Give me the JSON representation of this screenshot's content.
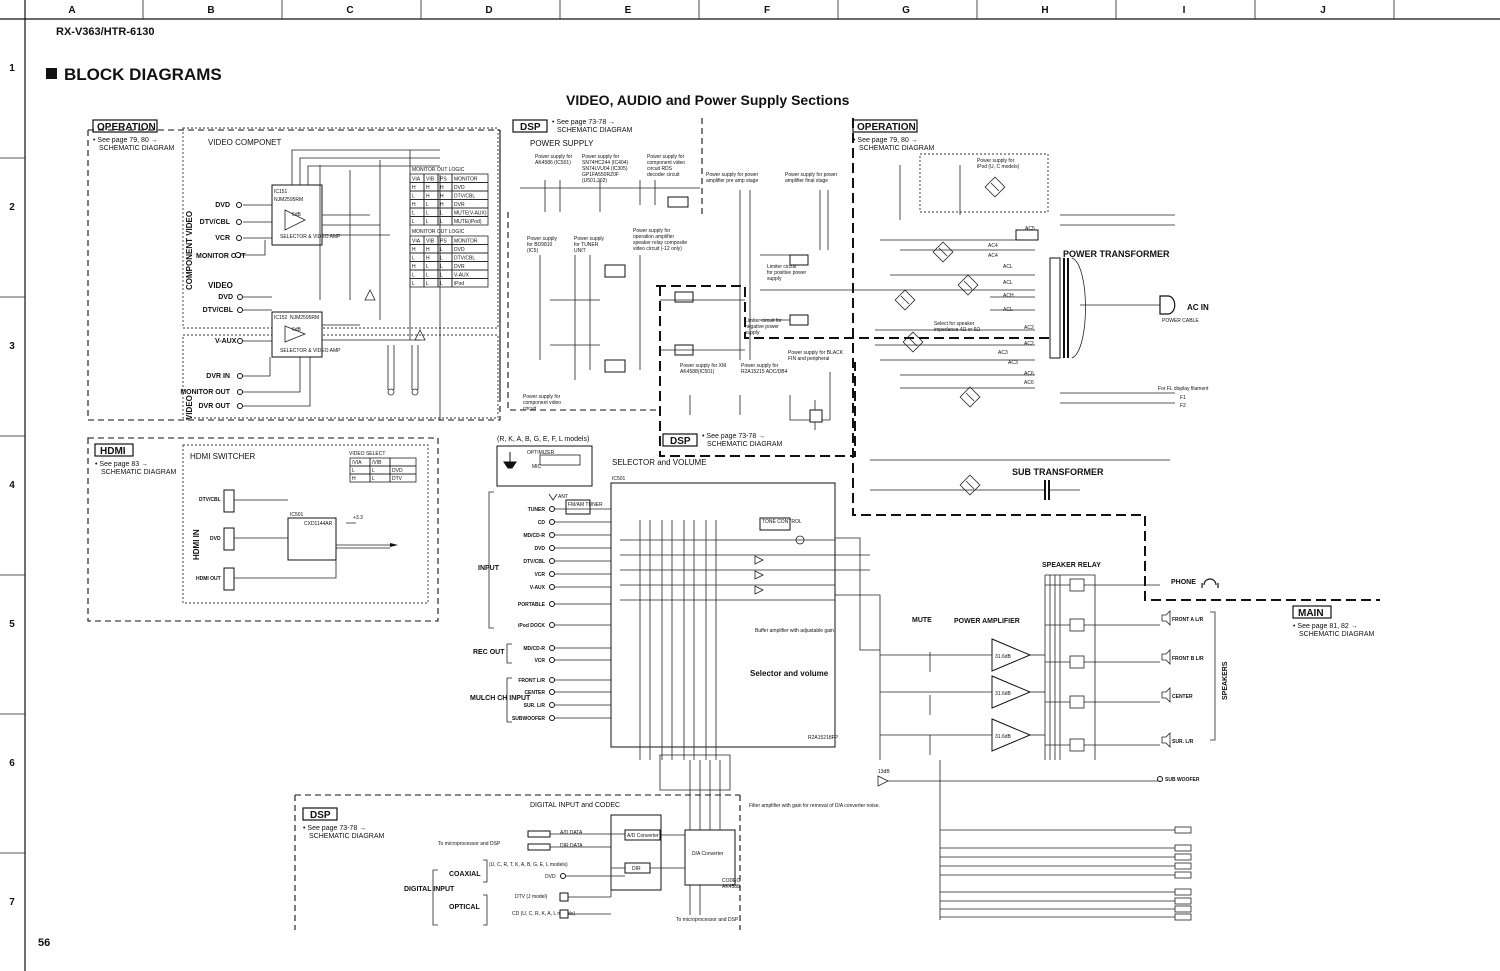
{
  "grid": {
    "columns": [
      "A",
      "B",
      "C",
      "D",
      "E",
      "F",
      "G",
      "H",
      "I",
      "J"
    ],
    "rows": [
      "1",
      "2",
      "3",
      "4",
      "5",
      "6",
      "7"
    ]
  },
  "header": {
    "model": "RX-V363/HTR-6130",
    "section_title": "BLOCK DIAGRAMS",
    "diagram_title": "VIDEO, AUDIO and Power Supply Sections",
    "page_number": "56"
  },
  "refs": {
    "operation_left": {
      "tag": "OPERATION",
      "line1": "• See page 79, 80 →",
      "line2": "SCHEMATIC DIAGRAM"
    },
    "dsp_top": {
      "tag": "DSP",
      "line1": "• See page 73-78 →",
      "line2": "SCHEMATIC DIAGRAM"
    },
    "operation_right": {
      "tag": "OPERATION",
      "line1": "• See page 79, 80 →",
      "line2": "SCHEMATIC DIAGRAM"
    },
    "hdmi": {
      "tag": "HDMI",
      "line1": "• See page 83 →",
      "line2": "SCHEMATIC DIAGRAM"
    },
    "dsp_mid": {
      "tag": "DSP",
      "line1": "• See page 73-78 →",
      "line2": "SCHEMATIC DIAGRAM"
    },
    "main": {
      "tag": "MAIN",
      "line1": "• See page 81, 82 →",
      "line2": "SCHEMATIC DIAGRAM"
    },
    "dsp_bottom": {
      "tag": "DSP",
      "line1": "• See page 73-78 →",
      "line2": "SCHEMATIC DIAGRAM"
    }
  },
  "video": {
    "componet_title": "VIDEO COMPONET",
    "component_video_side": "COMPONENT VIDEO",
    "video_side": "VIDEO",
    "comp_inputs": [
      "DVD",
      "DTV/CBL",
      "VCR"
    ],
    "comp_monitor_out": "MONITOR OUT",
    "video_title": "VIDEO",
    "video_inputs": [
      "DVD",
      "DTV/CBL"
    ],
    "vaux": "V-AUX",
    "video_lower": [
      "DVR IN",
      "MONITOR OUT",
      "DVR OUT"
    ],
    "selector_amp": "SELECTOR & VIDEO AMP",
    "gain_6db": "6dB",
    "ic_comp": "IC151",
    "ic_video": "IC152",
    "chip_comp": "NJM2595RM",
    "chip_video": "NJM2595RM",
    "logic1_title": "MONITOR OUT LOGIC",
    "logic1_header": [
      "VIA",
      "VIB",
      "PS",
      "MONITOR"
    ],
    "logic1_rows": [
      [
        "H",
        "H",
        "H",
        "DVD"
      ],
      [
        "L",
        "H",
        "H",
        "DTV/CBL"
      ],
      [
        "H",
        "L",
        "H",
        "DVR"
      ],
      [
        "L",
        "L",
        "L",
        "MUTE(V-AUX)"
      ],
      [
        "L",
        "L",
        "L",
        "MUTE(iPod)"
      ]
    ],
    "logic2_title": "MONITOR OUT LOGIC",
    "logic2_header": [
      "VIA",
      "VIB",
      "PS",
      "MONITOR"
    ],
    "logic2_rows": [
      [
        "H",
        "H",
        "L",
        "DVD"
      ],
      [
        "L",
        "H",
        "L",
        "DTV/CBL"
      ],
      [
        "H",
        "L",
        "L",
        "DVR"
      ],
      [
        "L",
        "L",
        "L",
        "V-AUX"
      ],
      [
        "L",
        "L",
        "L",
        "iPod"
      ]
    ]
  },
  "hdmi_block": {
    "title": "HDMI SWITCHER",
    "side": "HDMI IN",
    "inputs": [
      "DTV/CBL",
      "DVD"
    ],
    "out": "HDMI OUT",
    "ic": "IC501",
    "chip": "CXD1144AR",
    "select_title": "VIDEO SELECT",
    "select_header": [
      "/VIA",
      "/VIB",
      ""
    ],
    "select_rows": [
      [
        "L",
        "L",
        "DVD"
      ],
      [
        "H",
        "L",
        "DTV"
      ]
    ]
  },
  "power": {
    "title": "POWER SUPPLY",
    "power_transformer": "POWER TRANSFORMER",
    "sub_transformer": "SUB TRANSFORMER",
    "ac_in": "AC IN",
    "power_cable": "POWER CABLE",
    "ac_taps": [
      "AC5",
      "AC5",
      "AC4",
      "AC4",
      "ACL",
      "ACL",
      "ACH",
      "ACL",
      "AC2",
      "AC2",
      "AC3",
      "AC3",
      "AC6",
      "AC6"
    ],
    "notes": [
      "Power supply for AK4586 (IC501)",
      "Power supply for SN74HC244 (IC404) SN74LVU04 (IC305) GP1FA550RZ0F (U501,202)",
      "Power supply for component video circuit RDS decoder circuit",
      "Power supply for power amplifier pre amp stage",
      "Power supply for power amplifier final stage",
      "Power supply for BD9810 (IC5)",
      "Power supply for TUNER UNIT",
      "Power supply for operation amplifier speaker relay composite video circuit (-12 only)",
      "Power supply for component video circuit",
      "Limiter circuit for positive power supply",
      "Limiter circuit for negative power supply",
      "Select for speaker impedance 4Ω or 6Ω",
      "Power supply for iPod (U, C models)",
      "Power supply for BLACK FIN and peripheral",
      "Power supply for XM AK4588(IC501)",
      "Power supply for R2A15215 ADC/DB4",
      "For FL display filament"
    ],
    "fl_labels": [
      "F1",
      "F2"
    ]
  },
  "audio": {
    "optimizer_models": "(R, K, A, B, G, E, F, L models)",
    "optimizer": "OPTIMIZER",
    "mic": "MIC",
    "selector_title": "SELECTOR and VOLUME",
    "selector_volume_label": "Selector and volume",
    "tone_control": "TONE CONTROL",
    "ic_volume": "R2A15218FP",
    "buffer_note": "Buffer amplifier with adjustable gain",
    "input_group": "INPUT",
    "inputs": [
      "TUNER",
      "CD",
      "MD/CD-R",
      "DVD",
      "DTV/CBL",
      "VCR",
      "V-AUX",
      "PORTABLE",
      "iPod DOCK"
    ],
    "ant": "ANT",
    "tuner_box": "FM/AM TUNER",
    "rec_out_group": "REC OUT",
    "rec_outs": [
      "MD/CD-R",
      "VCR"
    ],
    "mulch_group": "MULCH CH INPUT",
    "mulch": [
      "FRONT L/R",
      "CENTER",
      "SUR. L/R",
      "SUBWOOFER"
    ],
    "mute": "MUTE",
    "power_amp": "POWER AMPLIFIER",
    "amp_gain": "31.6dB",
    "speaker_relay": "SPEAKER RELAY",
    "phone": "PHONE",
    "speakers_side": "SPEAKERS",
    "outputs": [
      "FRONT A L/R",
      "FRONT B L/R",
      "CENTER",
      "SUR. L/R"
    ],
    "sub_woofer": "SUB WOOFER",
    "sw_gain": "13dB"
  },
  "codec": {
    "title": "DIGITAL INPUT and CODEC",
    "to_micro": "To microprocessor and DSP",
    "to_micro_bottom": "To microprocessor and DSP",
    "digital_input": "DIGITAL INPUT",
    "coaxial": "COAXIAL",
    "optical": "OPTICAL",
    "coax_models": "(U, C, R, T, K, A, B, G, E, L models)",
    "coax_in": "DVD",
    "opt_dtv": "DTV (J model)",
    "opt_cd": "CD (U, C, R, K, A, L models)",
    "ad_converter": "A/D Converter",
    "da_converter": "D/A Converter",
    "dir": "DIR",
    "codec_chip": "AK4588",
    "codec_label": "CODEC",
    "filter_note": "Filter amplifier with gain for removal of D/A converter noise.",
    "ad_data": "A/D DATA",
    "dir_data": "DIR DATA"
  }
}
